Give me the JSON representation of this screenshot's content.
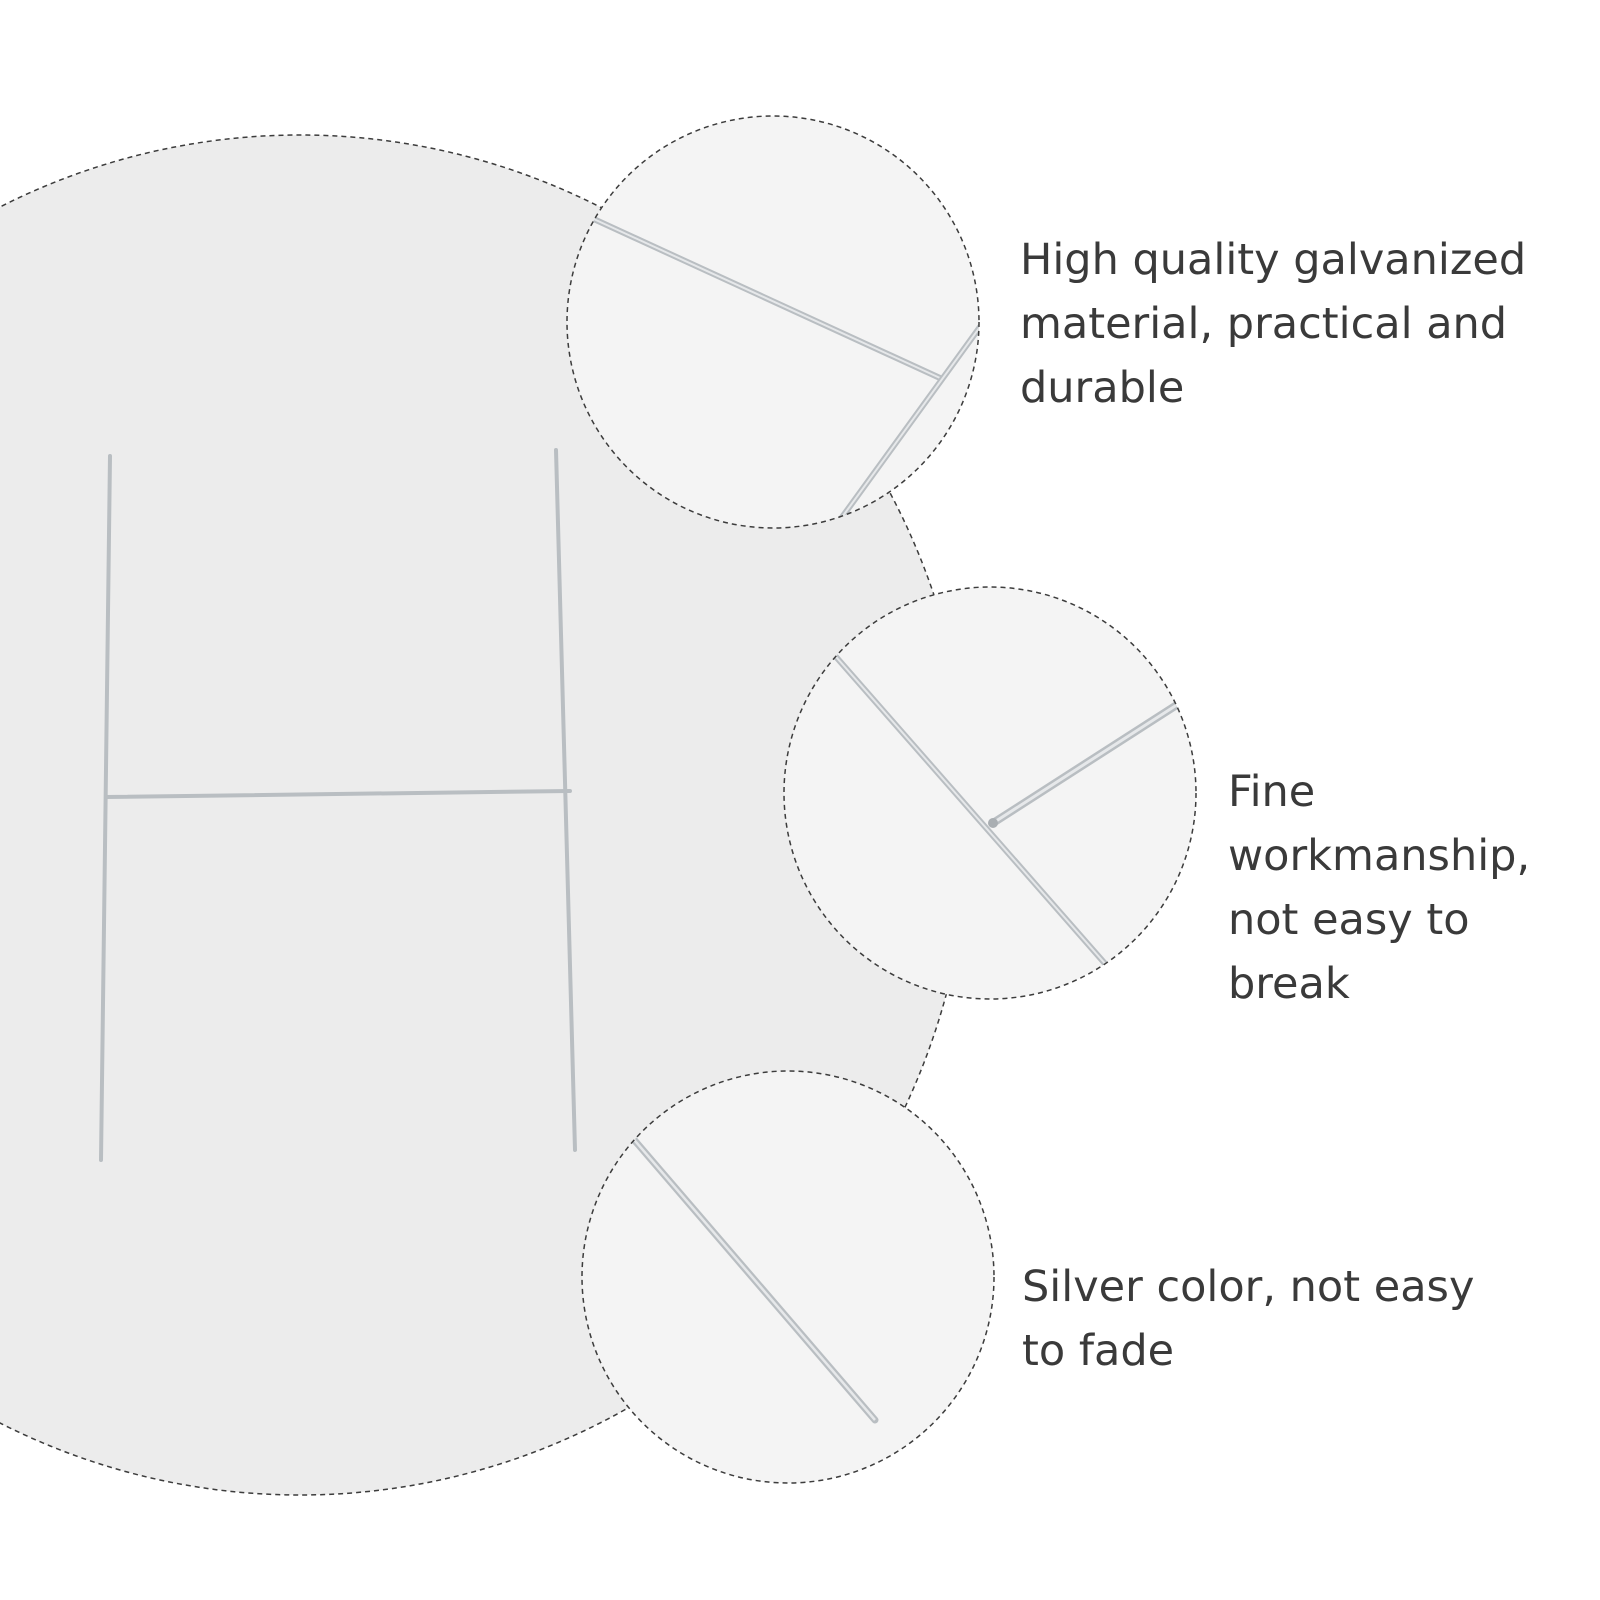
{
  "features": [
    {
      "text": "High quality galvanized\nmaterial, practical and\ndurable",
      "icon": "wire-bar-top-detail"
    },
    {
      "text": "Fine workmanship,\nnot easy to break",
      "icon": "wire-joint-detail"
    },
    {
      "text": "Silver color, not easy\nto fade",
      "icon": "wire-tip-detail"
    }
  ],
  "colors": {
    "background": "#ffffff",
    "large_circle": "#ececec",
    "detail_circle": "#f4f4f4",
    "dashed_outline": "#3c3c3c",
    "wire": "#b9bec2",
    "text": "#3a3a3a"
  }
}
